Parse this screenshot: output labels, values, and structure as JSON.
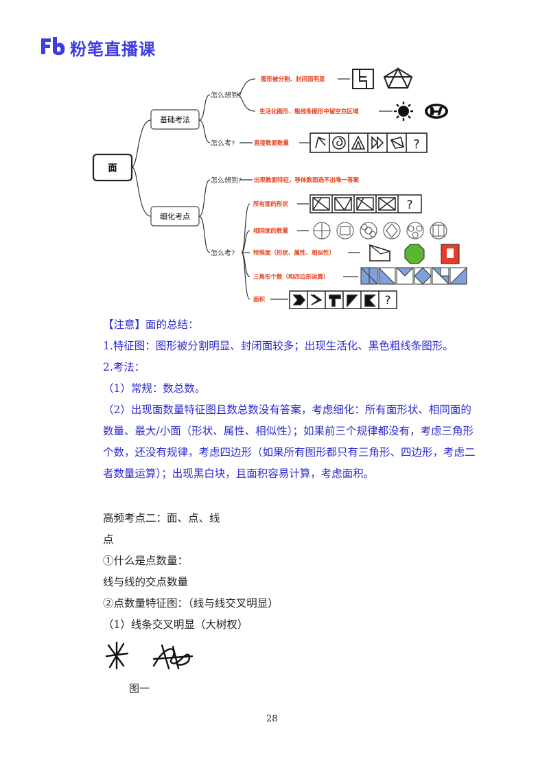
{
  "brand": {
    "name": "粉笔直播课"
  },
  "mindmap": {
    "root": "面",
    "branch1": "基础考法",
    "branch2": "细化考点",
    "q_think1": "怎么想到?",
    "q_exam1": "怎么考?",
    "q_think2": "怎么想到?",
    "q_exam2": "怎么考?",
    "leaf_split": "图形被分割、封闭面明显",
    "leaf_life": "生活化图形、粗线条图形中留空白区域",
    "leaf_count": "直接数面数量",
    "leaf_feature": "出现数面特征，移体数面选不出唯一答案",
    "leaf_shape": "所有面的形状",
    "leaf_same": "相同面的数量",
    "leaf_special": "特殊面（形状、属性、相似性）",
    "leaf_triangle": "三角形个数（和四边形运算）",
    "leaf_area": "面积",
    "question_mark": "?",
    "colors": {
      "red": "#e8401c",
      "box": "#222222",
      "blue": "#5b7fc7",
      "green": "#5ab82e"
    }
  },
  "note": {
    "heading": "【注意】面的总结：",
    "line1": "1.特征图：图形被分割明显、封闭面较多；出现生活化、黑色粗线条图形。",
    "line2": "2.考法：",
    "line3": "（1）常规：数总数。",
    "line4": "（2）出现面数量特征图且数总数没有答案，考虑细化：所有面形状、相同面的数量、最大/小面（形状、属性、相似性）；如果前三个规律都没有，考虑三角形个数，还没有规律，考虑四边形（如果所有图形都只有三角形、四边形，考虑二者数量运算）；出现黑白块，且面积容易计算，考虑面积。"
  },
  "section": {
    "title": "高频考点二：面、点、线",
    "sub": "点",
    "q1": "①什么是点数量：",
    "a1": "线与线的交点数量",
    "q2": "②点数量特征图：（线与线交叉明显）",
    "item1": "（1）线条交叉明显（大树杈）"
  },
  "figure_caption": "图一",
  "page_number": "28"
}
